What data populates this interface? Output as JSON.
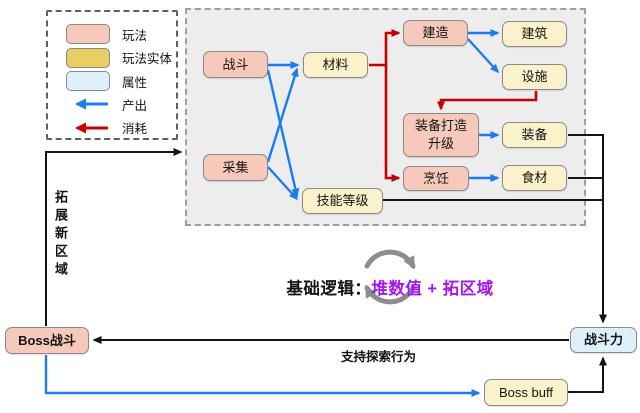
{
  "colors": {
    "pink": "#f6c9ba",
    "yellow": "#fbf2cb",
    "gold": "#e9cf62",
    "lightblue": "#ddeffa",
    "blue": "#1b7cf2",
    "red": "#c40000",
    "ink": "#141414",
    "purple": "#a416f0",
    "boxBorder": "#8a8a8a",
    "panelFill": "#ededed",
    "panelBorder": "#9e9e9e"
  },
  "legend": {
    "items": [
      {
        "label": "玩法",
        "kind": "pink-box"
      },
      {
        "label": "玩法实体",
        "kind": "gold-box"
      },
      {
        "label": "属性",
        "kind": "lightblue-box"
      },
      {
        "label": "产出",
        "kind": "blue-arrow"
      },
      {
        "label": "消耗",
        "kind": "red-arrow"
      }
    ]
  },
  "nodes": {
    "battle": {
      "label": "战斗"
    },
    "gather": {
      "label": "采集"
    },
    "material": {
      "label": "材料"
    },
    "build": {
      "label": "建造"
    },
    "building": {
      "label": "建筑"
    },
    "facility": {
      "label": "设施"
    },
    "craft": {
      "label": "装备打造\n升级"
    },
    "equipment": {
      "label": "装备"
    },
    "cooking": {
      "label": "烹饪"
    },
    "ingredient": {
      "label": "食材"
    },
    "skill": {
      "label": "技能等级"
    },
    "boss_battle": {
      "label": "Boss战斗"
    },
    "combat_power": {
      "label": "战斗力"
    },
    "boss_buff": {
      "label": "Boss buff"
    }
  },
  "annotations": {
    "core_logic_prefix": "基础逻辑：",
    "core_logic_highlight": "堆数值 + 拓区域",
    "expand_region": "拓展新区域",
    "support_explore": "支持探索行为"
  }
}
